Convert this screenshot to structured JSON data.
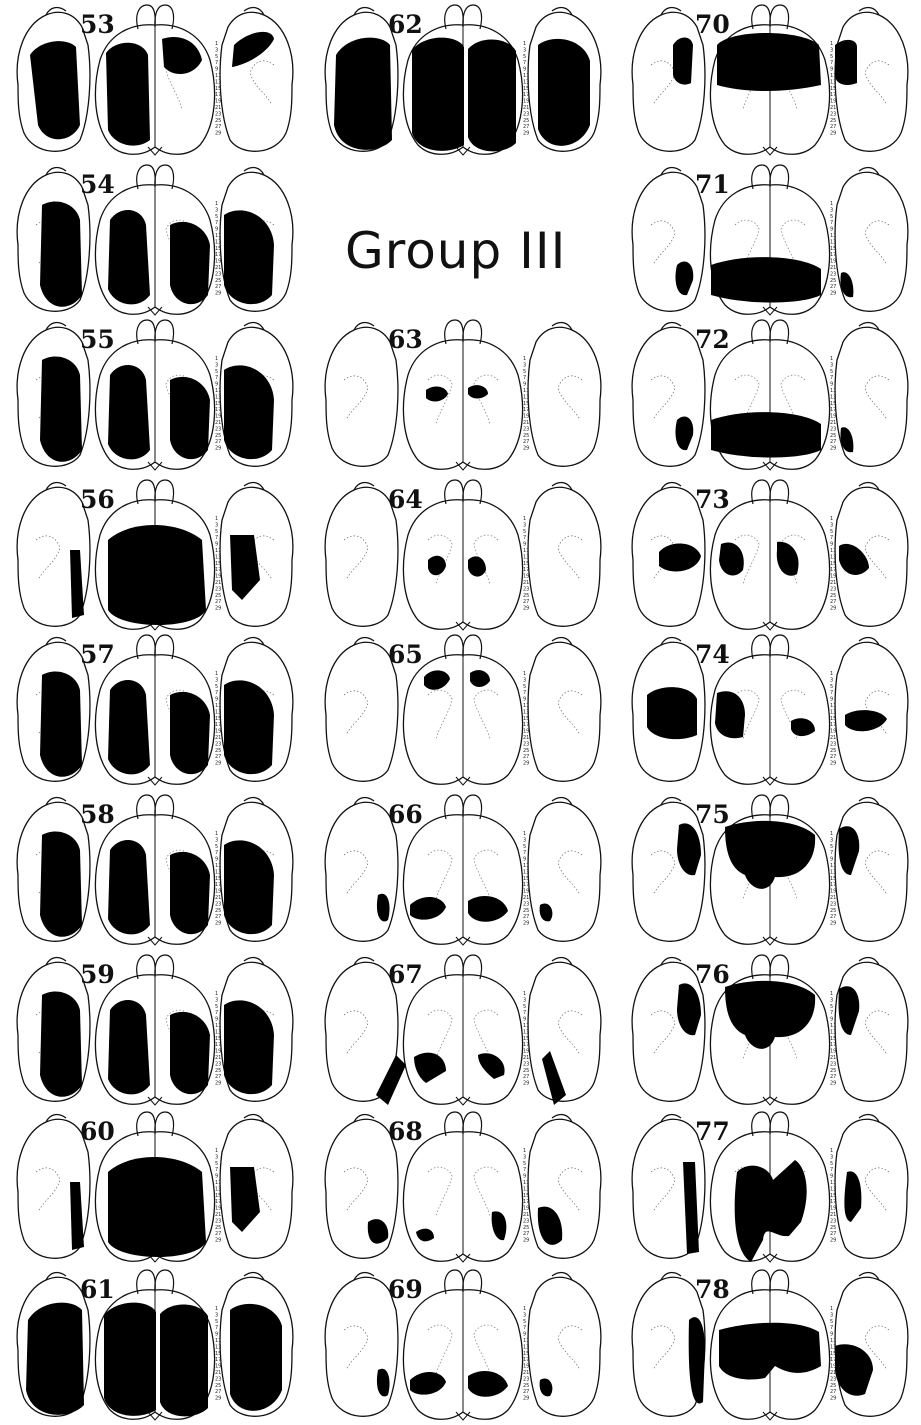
{
  "group_title": "Group III",
  "panels": [
    {
      "number": "53",
      "lesion": "lateral_bilateral_front"
    },
    {
      "number": "54",
      "lesion": "lateral_bilateral"
    },
    {
      "number": "55",
      "lesion": "lateral_bilateral"
    },
    {
      "number": "56",
      "lesion": "central_large_back"
    },
    {
      "number": "57",
      "lesion": "lateral_bilateral"
    },
    {
      "number": "58",
      "lesion": "lateral_bilateral"
    },
    {
      "number": "59",
      "lesion": "lateral_bilateral"
    },
    {
      "number": "60",
      "lesion": "central_large_back"
    },
    {
      "number": "61",
      "lesion": "full_bilateral"
    },
    {
      "number": "62",
      "lesion": "full_bilateral"
    },
    {
      "number": "63",
      "lesion": "small_central_upper"
    },
    {
      "number": "64",
      "lesion": "small_central_mid"
    },
    {
      "number": "65",
      "lesion": "small_central_top"
    },
    {
      "number": "66",
      "lesion": "lower_pair"
    },
    {
      "number": "67",
      "lesion": "lower_diagonal"
    },
    {
      "number": "68",
      "lesion": "lower_lateral"
    },
    {
      "number": "69",
      "lesion": "lower_pair"
    },
    {
      "number": "70",
      "lesion": "front_band"
    },
    {
      "number": "71",
      "lesion": "back_band"
    },
    {
      "number": "72",
      "lesion": "back_band"
    },
    {
      "number": "73",
      "lesion": "mid_quad"
    },
    {
      "number": "74",
      "lesion": "mid_lateral"
    },
    {
      "number": "75",
      "lesion": "front_central"
    },
    {
      "number": "76",
      "lesion": "front_central"
    },
    {
      "number": "77",
      "lesion": "central_diagonal"
    },
    {
      "number": "78",
      "lesion": "mid_band"
    }
  ],
  "depth_scale": [
    "1",
    "3",
    "5",
    "7",
    "9",
    "11",
    "13",
    "15",
    "17",
    "19",
    "21",
    "23",
    "25",
    "27",
    "29"
  ],
  "colors": {
    "ink": "#111111",
    "lesion": "#000000",
    "paper": "#ffffff",
    "faint": "#888888"
  }
}
